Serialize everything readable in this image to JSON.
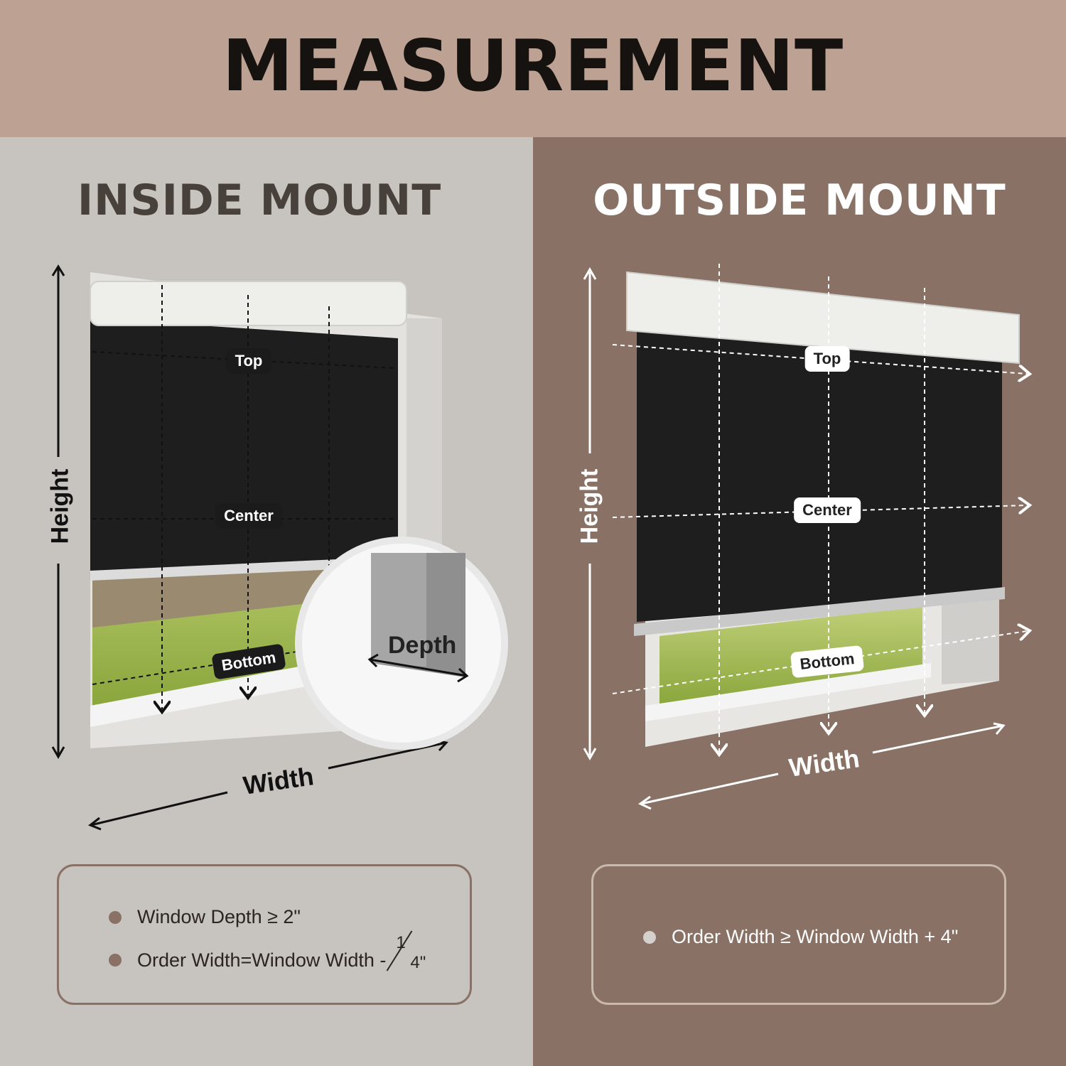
{
  "header": {
    "title": "MEASUREMENT"
  },
  "inside": {
    "title": "INSIDE MOUNT",
    "labels": {
      "height": "Height",
      "width": "Width",
      "depth": "Depth",
      "top": "Top",
      "center": "Center",
      "bottom": "Bottom"
    },
    "notes": {
      "depth": "Window Depth ≥ 2\"",
      "width_prefix": "Order Width=Window Width - ",
      "frac_num": "1",
      "frac_den": "4\""
    }
  },
  "outside": {
    "title": "OUTSIDE MOUNT",
    "labels": {
      "height": "Height",
      "width": "Width",
      "top": "Top",
      "center": "Center",
      "bottom": "Bottom"
    },
    "notes": {
      "width": "Order Width ≥ Window Width + 4\""
    }
  },
  "colors": {
    "header_bg": "#bda294",
    "left_bg": "#c7c3bf",
    "right_bg": "#8a7165",
    "shade": "#1e1e1e",
    "accent": "#8a7165"
  }
}
